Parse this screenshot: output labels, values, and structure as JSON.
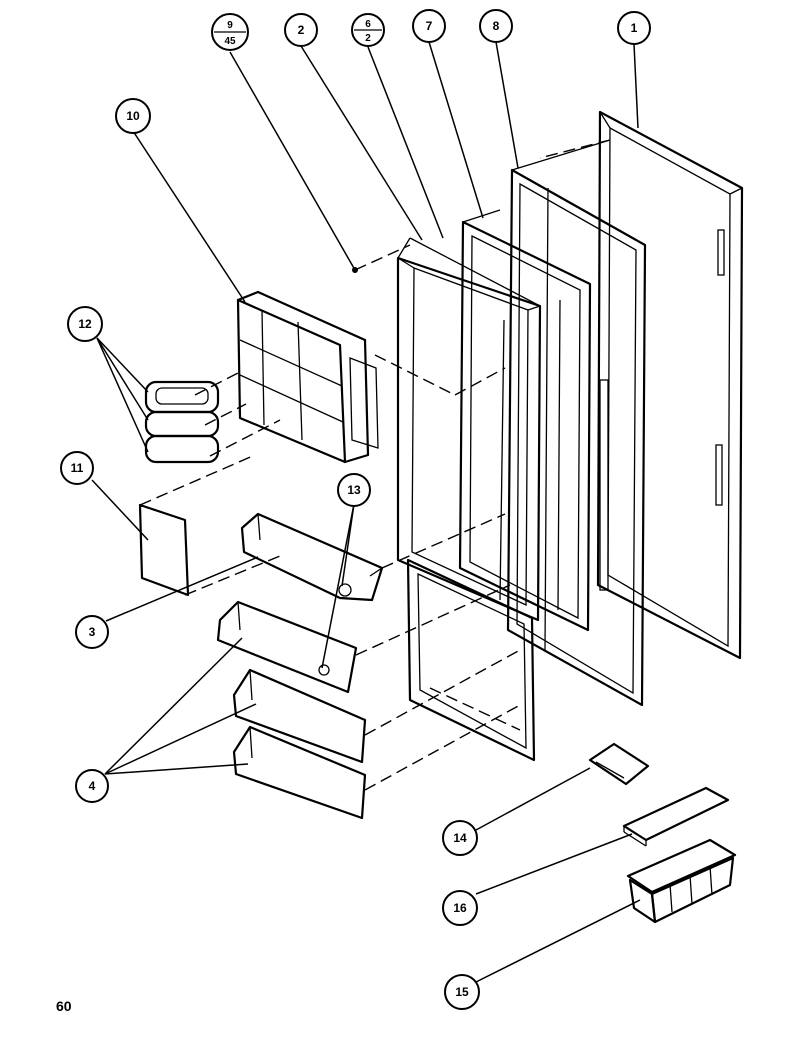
{
  "callouts": {
    "c1": "1",
    "c2": "2",
    "c3": "3",
    "c4": "4",
    "c7": "7",
    "c8": "8",
    "c10": "10",
    "c11": "11",
    "c12": "12",
    "c13": "13",
    "c14": "14",
    "c15": "15",
    "c16": "16",
    "c6_top": "6",
    "c6_bottom": "2",
    "c9_top": "9",
    "c9_bottom": "45"
  },
  "page_number": "60"
}
